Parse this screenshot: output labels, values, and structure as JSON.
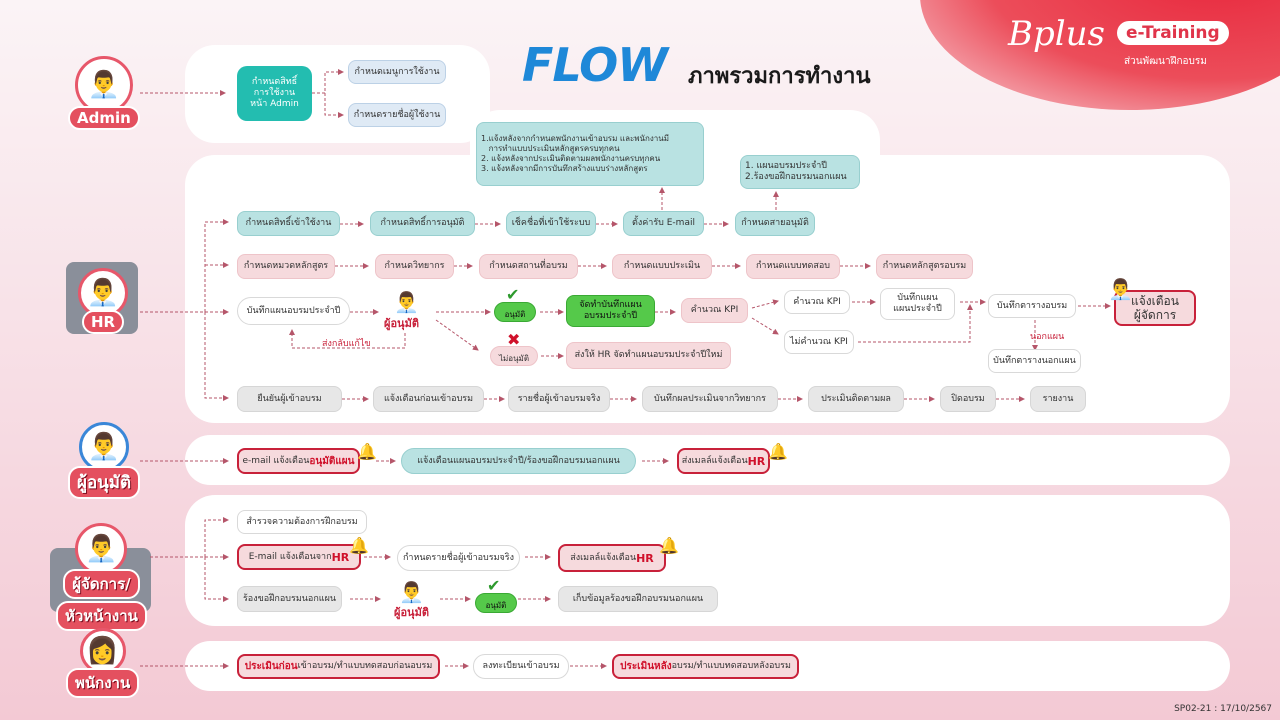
{
  "header": {
    "brand_script": "Bplus",
    "brand_badge": "e-Training",
    "brand_sub": "ส่วนพัฒนาฝึกอบรม",
    "flow": "FLOW",
    "title": "ภาพรวมการทำงาน"
  },
  "roles": {
    "admin": "Admin",
    "hr": "HR",
    "approver": "ผู้อนุมัติ",
    "manager_line1": "ผู้จัดการ/",
    "manager_line2": "หัวหน้างาน",
    "employee": "พนักงาน"
  },
  "admin": {
    "root": "กำหนดสิทธิ์\nการใช้งาน\nหน้า Admin",
    "menu": "กำหนดเมนูการใช้งาน",
    "users": "กำหนดรายชื่อผู้ใช้งาน"
  },
  "hr": {
    "notes": "1.แจ้งหลังจากกำหนดพนักงานเข้าอบรม และพนักงานมี\n   การทำแบบประเมินหลักสูตรครบทุกคน\n2. แจ้งหลังจากประเมินติดตามผลพนักงานครบทุกคน\n3. แจ้งหลังจากมีการบันทึกสร้างแบบร่างหลักสูตร",
    "notes2": "1. แผนอบรมประจำปี\n2.ร้องขอฝึกอบรมนอกแผน",
    "row1": [
      "กำหนดสิทธิ์เข้าใช้งาน",
      "กำหนดสิทธิ์การอนุมัติ",
      "เช็คชื่อที่เข้าใช้ระบบ",
      "ตั้งค่ารับ E-mail",
      "กำหนดสายอนุมัติ"
    ],
    "row2": [
      "กำหนดหมวดหลักสูตร",
      "กำหนดวิทยากร",
      "กำหนดสถานที่อบรม",
      "กำหนดแบบประเมิน",
      "กำหนดแบบทดสอบ",
      "กำหนดหลักสูตรอบรม"
    ],
    "plan": "บันทึกแผนอบรมประจำปี",
    "approver": "ผู้อนุมัติ",
    "send_back": "ส่งกลับแก้ไข",
    "approved": "อนุมัติ",
    "not_approved": "ไม่อนุมัติ",
    "make_plan": "จัดทำบันทึกแผน\nอบรมประจำปี",
    "calc_kpi": "คำนวณ KPI",
    "calc_yes": "คำนวณ KPI",
    "calc_no": "ไม่คำนวณ KPI",
    "save_plan": "บันทึกแผน\nแผนประจำปี",
    "schedule": "บันทึกตารางอบรม",
    "outside": "นอกแผน",
    "schedule_out": "บันทึกตารางนอกแผน",
    "notify_mgr": "แจ้งเตือน\nผู้จัดการ",
    "return_hr": "ส่งให้ HR จัดทำแผนอบรมประจำปีใหม่",
    "row4": [
      "ยืนยันผู้เข้าอบรม",
      "แจ้งเตือนก่อนเข้าอบรม",
      "รายชื่อผู้เข้าอบรมจริง",
      "บันทึกผลประเมินจากวิทยากร",
      "ประเมินติดตามผล",
      "ปิดอบรม",
      "รายงาน"
    ]
  },
  "approver": {
    "email_pre": "e-mail แจ้งเตือน",
    "email_bold": "อนุมัติแผน",
    "notice": "แจ้งเตือนแผนอบรมประจำปี/ร้องขอฝึกอบรมนอกแผน",
    "send_pre": "ส่งเมลล์แจ้งเตือน ",
    "send_bold": "HR"
  },
  "manager": {
    "survey": "สำรวจความต้องการฝึกอบรม",
    "email_pre": "E-mail แจ้งเตือนจาก ",
    "email_bold": "HR",
    "names": "กำหนดรายชื่อผู้เข้าอบรมจริง",
    "send_pre": "ส่งเมลล์แจ้งเตือน ",
    "send_bold": "HR",
    "request": "ร้องขอฝึกอบรมนอกแผน",
    "approver": "ผู้อนุมัติ",
    "approved": "อนุมัติ",
    "store": "เก็บข้อมูลร้องขอฝึกอบรมนอกแผน"
  },
  "employee": {
    "pre_bold": "ประเมินก่อน",
    "pre_rest": "เข้าอบรม/ทำแบบทดสอบก่อนอบรม",
    "register": "ลงทะเบียนเข้าอบรม",
    "post_bold": "ประเมินหลัง",
    "post_rest": "อบรม/ทำแบบทดสอบหลังอบรม"
  },
  "footer": "SP02-21 : 17/10/2567",
  "colors": {
    "accent": "#d0112b",
    "teal": "#23bdb0",
    "flow_blue": "#1e88d8",
    "arrow": "#b5566a"
  }
}
